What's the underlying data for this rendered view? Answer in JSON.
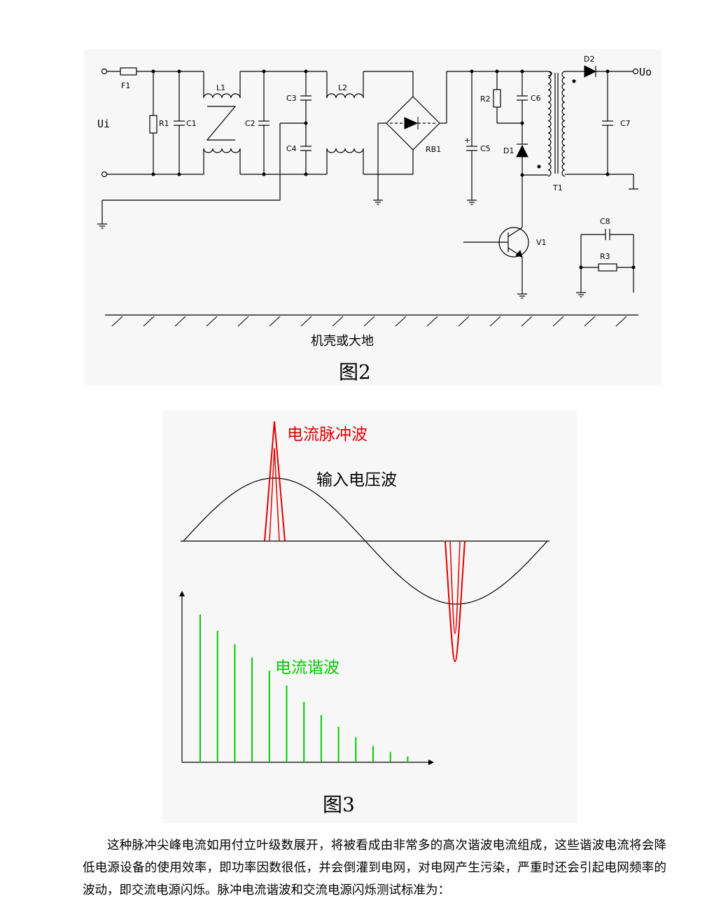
{
  "figure2": {
    "labels": {
      "input": "Ui",
      "output": "Uo",
      "F1": "F1",
      "L1": "L1",
      "L2": "L2",
      "R1": "R1",
      "C1": "C1",
      "C2": "C2",
      "C3": "C3",
      "C4": "C4",
      "RB1": "RB1",
      "C5": "C5",
      "R2": "R2",
      "C6": "C6",
      "D1": "D1",
      "D2": "D2",
      "T1": "T1",
      "C7": "C7",
      "V1": "V1",
      "C8": "C8",
      "R3": "R3"
    },
    "ground_text": "机壳或大地",
    "caption": "图2"
  },
  "figure3": {
    "pulse_label": "电流脉冲波",
    "voltage_label": "输入电压波",
    "harmonic_label": "电流谐波",
    "caption": "图3",
    "harmonic_heights": [
      1.0,
      0.89,
      0.8,
      0.71,
      0.62,
      0.52,
      0.41,
      0.32,
      0.24,
      0.17,
      0.11,
      0.07,
      0.04
    ],
    "colors": {
      "pulse": "#e00000",
      "voltage": "#000000",
      "harmonic": "#00cc00"
    }
  },
  "paragraph": "这种脉冲尖峰电流如用付立叶级数展开，将被看成由非常多的高次谐波电流组成，这些谐波电流将会降低电源设备的使用效率，即功率因数很低，并会倒灌到电网，对电网产生污染，严重时还会引起电网频率的波动，即交流电源闪烁。脉冲电流谐波和交流电源闪烁测试标准为："
}
